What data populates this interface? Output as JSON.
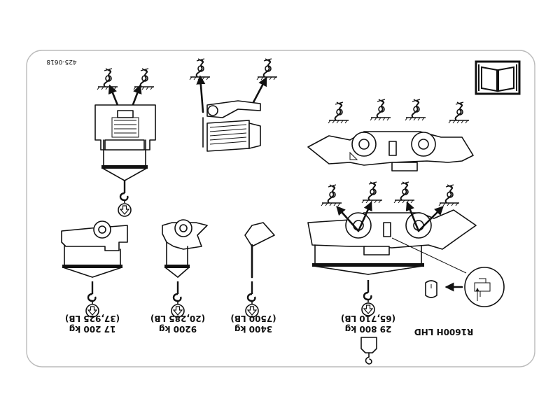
{
  "decal": {
    "part_number": "425-0618",
    "model": "R1600H LHD",
    "colors": {
      "line": "#111111",
      "background": "#ffffff",
      "border": "#bbbbbb"
    },
    "icons": [
      "manual-book-icon",
      "tie-down-icon",
      "lift-point-icon",
      "hook-icon",
      "weight-arrow-icon",
      "counterweight-icon",
      "tag-icon"
    ]
  },
  "components": [
    {
      "id": "complete-machine",
      "weight_kg": "29 800 kg",
      "weight_lb": "(65,710 LB)"
    },
    {
      "id": "rear-frame",
      "weight_kg": "17 200 kg",
      "weight_lb": "(37,925 LB)"
    },
    {
      "id": "front-frame",
      "weight_kg": "9200 kg",
      "weight_lb": "(20,285 LB)"
    },
    {
      "id": "bucket",
      "weight_kg": "3400 kg",
      "weight_lb": "(7500 LB)"
    }
  ]
}
